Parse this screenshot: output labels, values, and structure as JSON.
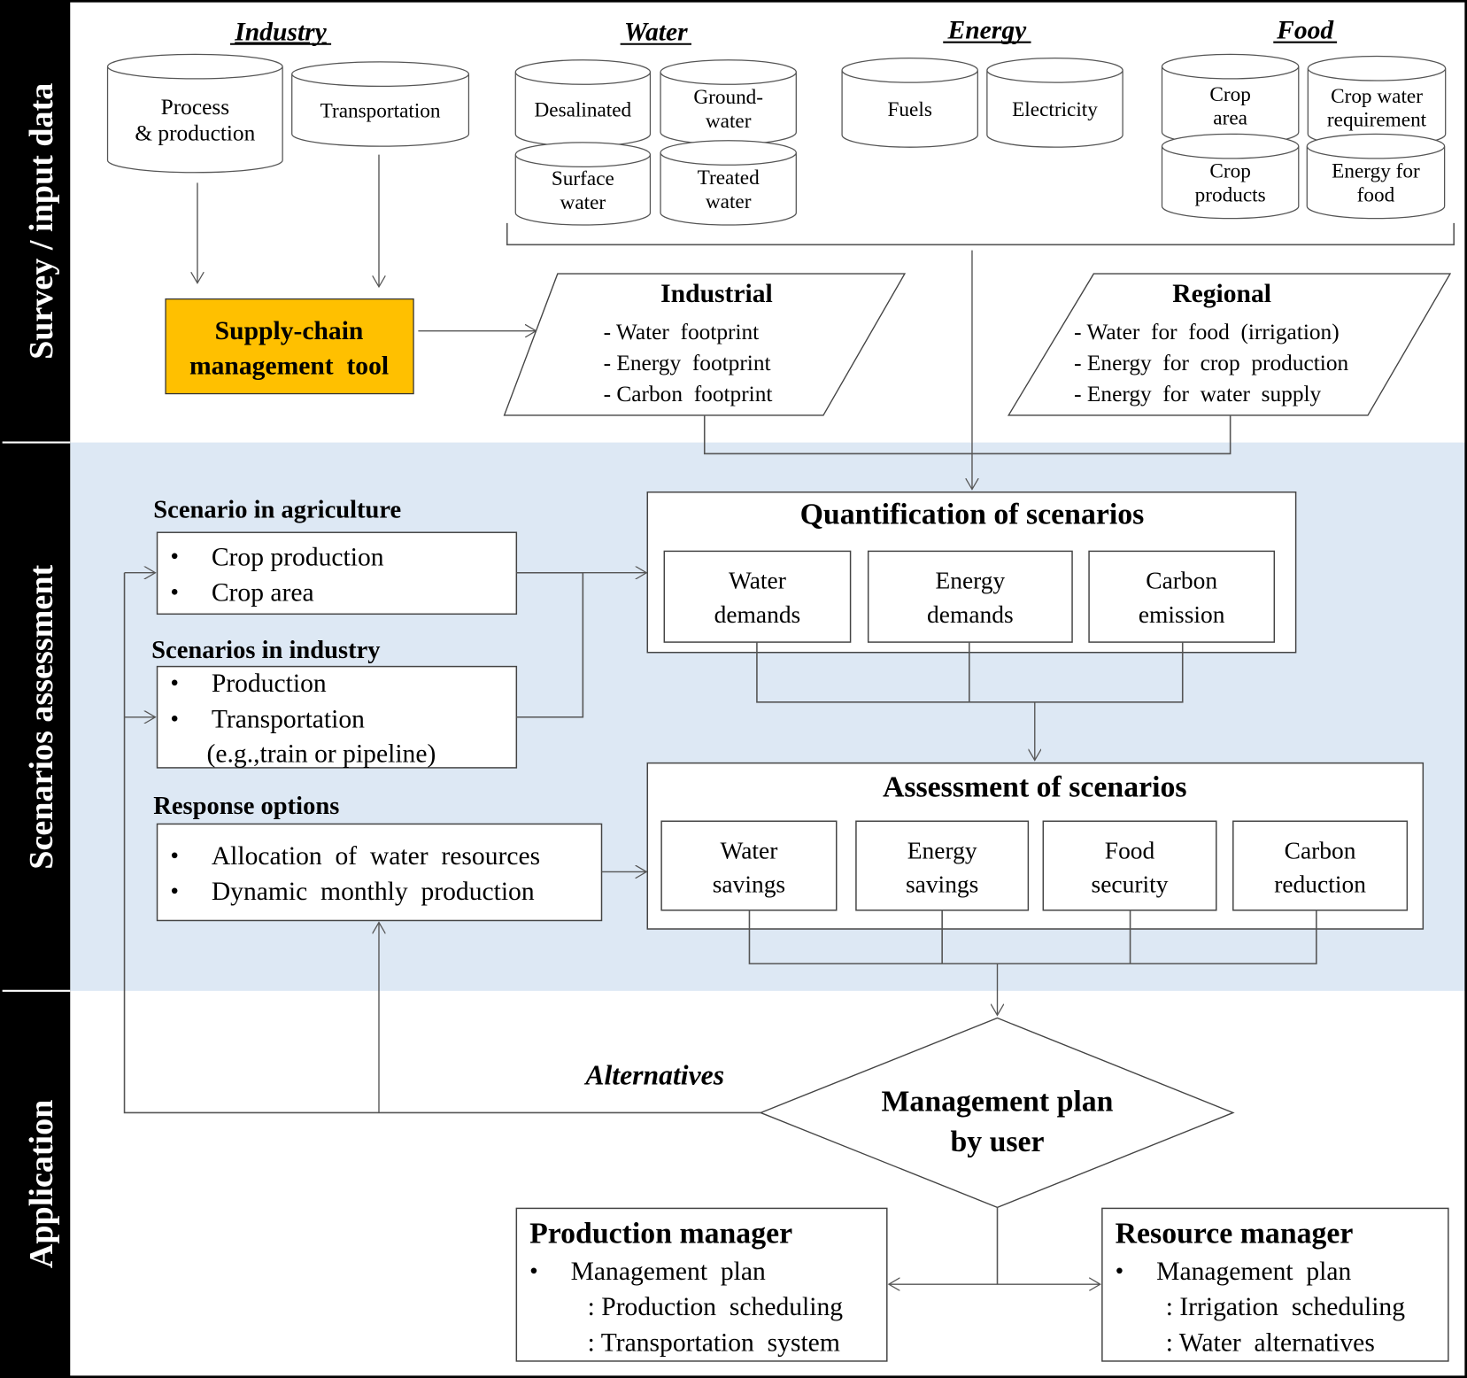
{
  "sections": {
    "survey": "Survey / input data",
    "scenarios": "Scenarios assessment",
    "application": "Application"
  },
  "colors": {
    "section_band": "#000000",
    "scenario_panel": "#dde8f4",
    "supply_chain_tool": "#ffc000"
  },
  "inputs": {
    "industry": {
      "title": "Industry",
      "items": [
        [
          "Process",
          "& production"
        ],
        [
          "Transportation"
        ]
      ]
    },
    "water": {
      "title": "Water",
      "items": [
        [
          "Desalinated"
        ],
        [
          "Ground-",
          "water"
        ],
        [
          "Surface",
          "water"
        ],
        [
          "Treated",
          "water"
        ]
      ]
    },
    "energy": {
      "title": "Energy",
      "items": [
        [
          "Fuels"
        ],
        [
          "Electricity"
        ]
      ]
    },
    "food": {
      "title": "Food",
      "items": [
        [
          "Crop",
          "area"
        ],
        [
          "Crop water",
          "requirement"
        ],
        [
          "Crop",
          "products"
        ],
        [
          "Energy for",
          "food"
        ]
      ]
    }
  },
  "supply_chain_tool": [
    "Supply-chain",
    "management  tool"
  ],
  "industrial": {
    "title": "Industrial",
    "items": [
      "- Water  footprint",
      "- Energy  footprint",
      "- Carbon  footprint"
    ]
  },
  "regional": {
    "title": "Regional",
    "items": [
      "- Water  for  food  (irrigation)",
      "- Energy  for  crop  production",
      "- Energy  for  water  supply"
    ]
  },
  "scenario_agriculture": {
    "title": "Scenario in agriculture",
    "items": [
      "Crop production",
      "Crop area"
    ]
  },
  "scenario_industry": {
    "title": "Scenarios in industry",
    "items": [
      "Production",
      "Transportation"
    ],
    "note": "(e.g.,train or pipeline)"
  },
  "response_options": {
    "title": "Response options",
    "items": [
      "Allocation  of  water  resources",
      "Dynamic  monthly  production"
    ]
  },
  "quantification": {
    "title": "Quantification of scenarios",
    "items": [
      [
        "Water",
        "demands"
      ],
      [
        "Energy",
        "demands"
      ],
      [
        "Carbon",
        "emission"
      ]
    ]
  },
  "assessment": {
    "title": "Assessment of scenarios",
    "items": [
      [
        "Water",
        "savings"
      ],
      [
        "Energy",
        "savings"
      ],
      [
        "Food",
        "security"
      ],
      [
        "Carbon",
        "reduction"
      ]
    ]
  },
  "alternatives_label": "Alternatives",
  "decision": [
    "Management plan",
    "by user"
  ],
  "production_manager": {
    "title": "Production manager",
    "bullet": "Management  plan",
    "subitems": [
      ": Production  scheduling",
      ": Transportation  system"
    ]
  },
  "resource_manager": {
    "title": "Resource manager",
    "bullet": "Management  plan",
    "subitems": [
      ": Irrigation  scheduling",
      ": Water  alternatives"
    ]
  },
  "bullet_glyph": "•"
}
